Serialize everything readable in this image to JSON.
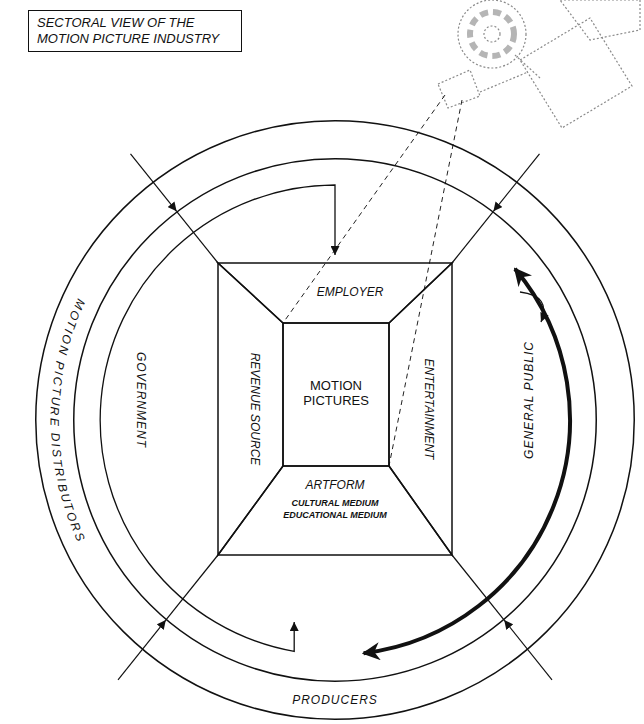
{
  "diagram": {
    "title": "SECTORAL VIEW OF THE MOTION PICTURE INDUSTRY",
    "nodes": [
      {
        "text": [
          "MOTION PICTURE DISTRIBUTORS",
          "PRODUCERS"
        ]
      },
      {
        "text": [
          "GOVERNMENT",
          "GENERAL PUBLIC"
        ],
        "in": 0
      },
      {
        "text": [
          "EMPLOYER"
        ],
        "in": 1
      },
      {
        "text": [
          "REVENUE SOURCE"
        ],
        "in": 1
      },
      {
        "text": [
          "ENTERTAINMENT"
        ],
        "in": 1
      },
      {
        "text": [
          "ARTFORM",
          "CULTURAL MEDIUM",
          "EDUCATIONAL MEDIUM"
        ],
        "in": 1
      },
      {
        "text": [
          "MOTION PICTURES"
        ],
        "in": 1
      }
    ]
  }
}
